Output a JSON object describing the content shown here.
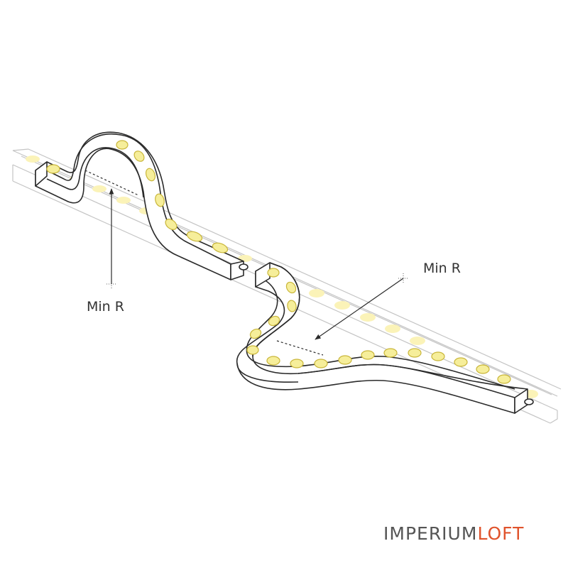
{
  "labels": {
    "min_r_left": "Min R",
    "min_r_right": "Min R"
  },
  "watermark": {
    "part1": "IMPERIUM",
    "part2": "LOFT"
  },
  "colors": {
    "outline": "#2b2b2b",
    "ghost_outline": "#c4c4c4",
    "led_fill": "#f6ee9a",
    "led_stroke": "#c9b63a",
    "led_ghost": "#fbf3b8",
    "brand_dark": "#555555",
    "brand_accent": "#e0532c"
  }
}
